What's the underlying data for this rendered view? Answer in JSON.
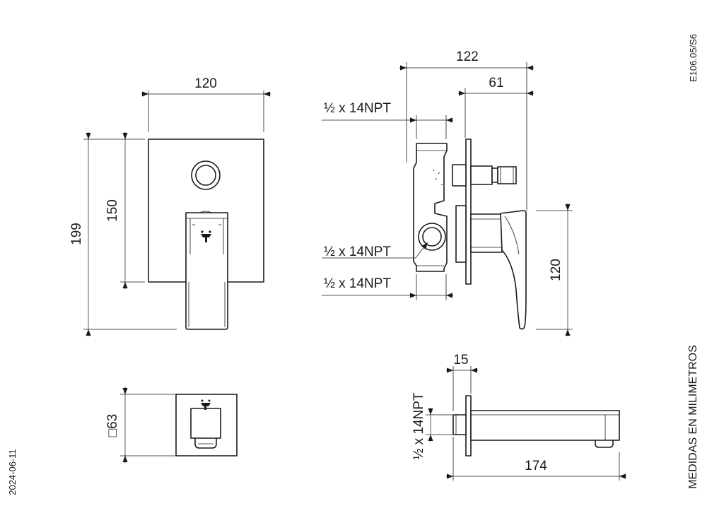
{
  "document": {
    "code": "E106.05/S6",
    "date": "2024-06-11",
    "units_note": "MEDIDAS EN MILIMETROS"
  },
  "front_view": {
    "width": "120",
    "height_total": "199",
    "height_plate": "150"
  },
  "side_view": {
    "depth_total": "122",
    "depth_handle": "61",
    "thread_top": "½ x 14NPT",
    "thread_mid": "½ x 14NPT",
    "thread_bottom": "½ x 14NPT",
    "handle_height": "120"
  },
  "spout_front": {
    "size": "□63"
  },
  "spout_side": {
    "inset": "15",
    "length": "174",
    "thread": "½ x 14NPT"
  }
}
